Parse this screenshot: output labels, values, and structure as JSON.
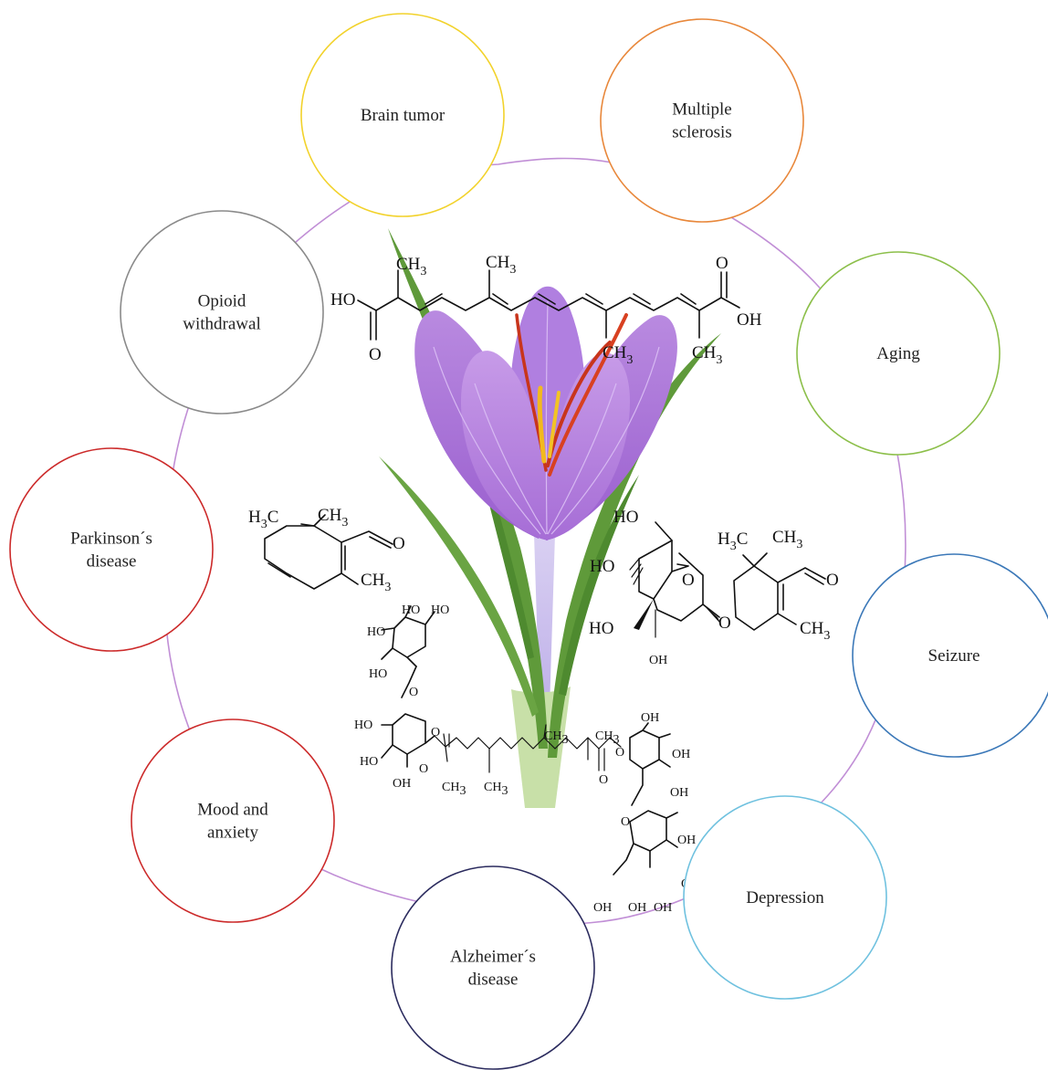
{
  "diseases": [
    {
      "id": "brain-tumor",
      "lines": [
        "Brain tumor"
      ],
      "color": "#f2d22b"
    },
    {
      "id": "multiple-sclerosis",
      "lines": [
        "Multiple",
        "sclerosis"
      ],
      "color": "#e8873a"
    },
    {
      "id": "aging",
      "lines": [
        "Aging"
      ],
      "color": "#8cbf4a"
    },
    {
      "id": "seizure",
      "lines": [
        "Seizure"
      ],
      "color": "#3b78b8"
    },
    {
      "id": "depression",
      "lines": [
        "Depression"
      ],
      "color": "#6fc1df"
    },
    {
      "id": "alzheimers",
      "lines": [
        "Alzheimer´s",
        "disease"
      ],
      "color": "#2b2b5e"
    },
    {
      "id": "mood-anxiety",
      "lines": [
        "Mood and",
        "anxiety"
      ],
      "color": "#cc2a2a"
    },
    {
      "id": "parkinsons",
      "lines": [
        "Parkinson´s",
        "disease"
      ],
      "color": "#cc2a2a"
    },
    {
      "id": "opioid-withdrawal",
      "lines": [
        "Opioid",
        "withdrawal"
      ],
      "color": "#8a8a8a"
    }
  ],
  "ring_color": "#c18fd6",
  "crocetin": {
    "ho": "HO",
    "oh": "OH",
    "o_left": "O",
    "o_right": "O",
    "ch3": "CH",
    "sub3": "3"
  },
  "safranal": {
    "h3c_h": "H",
    "h3c_c": "C",
    "ch3": "CH",
    "sub3": "3",
    "o": "O"
  },
  "picrocrocin": {
    "ho_top": "HO",
    "ho_mid": "HO",
    "ho_low": "HO",
    "oh": "OH",
    "o_ring": "O",
    "o_link": "O",
    "h3c_h": "H",
    "h3c_c": "C",
    "ch3": "CH",
    "sub3": "3",
    "o_ald": "O"
  },
  "crocin": {
    "ho": "HO",
    "oh": "OH",
    "o": "O",
    "ch3": "CH",
    "sub3": "3"
  }
}
